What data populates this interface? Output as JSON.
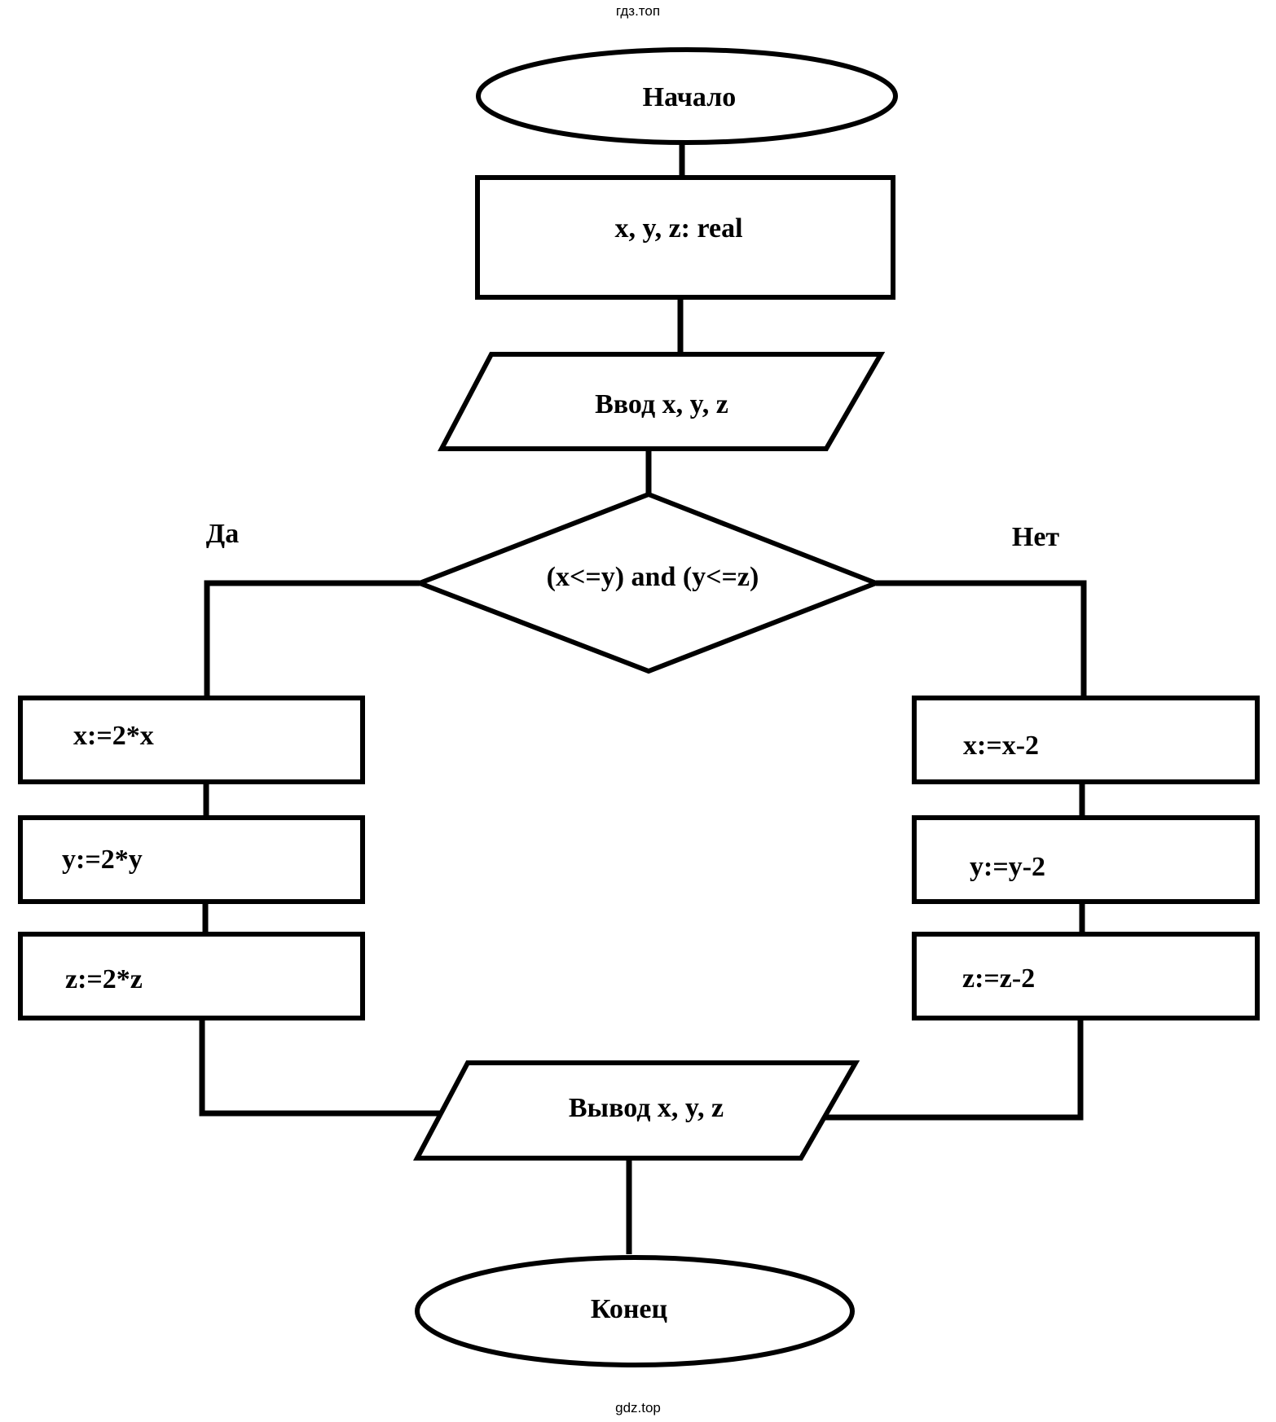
{
  "watermark_top": "гдз.топ",
  "watermark_bottom": "gdz.top",
  "flowchart": {
    "start": "Начало",
    "declare": "x, y, z: real",
    "input": "Ввод x, y, z",
    "condition": "(x<=y) and (y<=z)",
    "yes_label": "Да",
    "no_label": "Нет",
    "yes_branch": [
      "x:=2*x",
      "y:=2*y",
      "z:=2*z"
    ],
    "no_branch": [
      "x:=x-2",
      "y:=y-2",
      "z:=z-2"
    ],
    "output": "Вывод x, y, z",
    "end": "Конец"
  }
}
